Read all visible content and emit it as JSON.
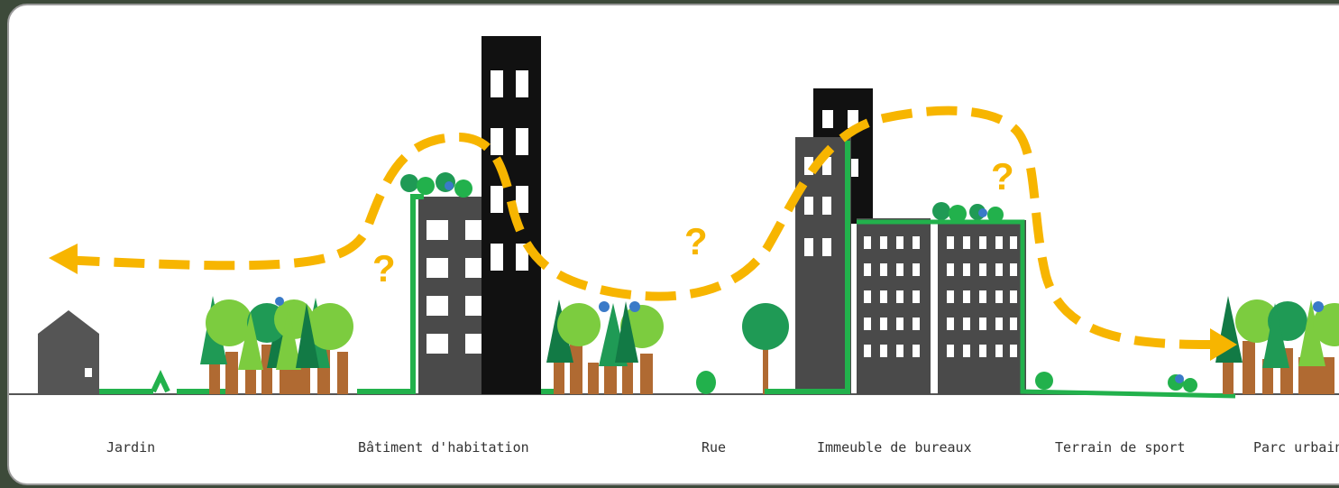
{
  "colors": {
    "building_dark": "#4a4a4a",
    "tower_black": "#111111",
    "green_line": "#22b14c",
    "green_light": "#7ccc3f",
    "green_mid": "#1f9a55",
    "green_dark": "#127a45",
    "trunk": "#b06a32",
    "path_yellow": "#f7b500",
    "ground": "#555555"
  },
  "question_mark": "?",
  "labels": {
    "jardin": "Jardin",
    "habitation": "Bâtiment d'habitation",
    "rue": "Rue",
    "bureaux": "Immeuble de bureaux",
    "sport": "Terrain de sport",
    "parc": "Parc urbain"
  }
}
